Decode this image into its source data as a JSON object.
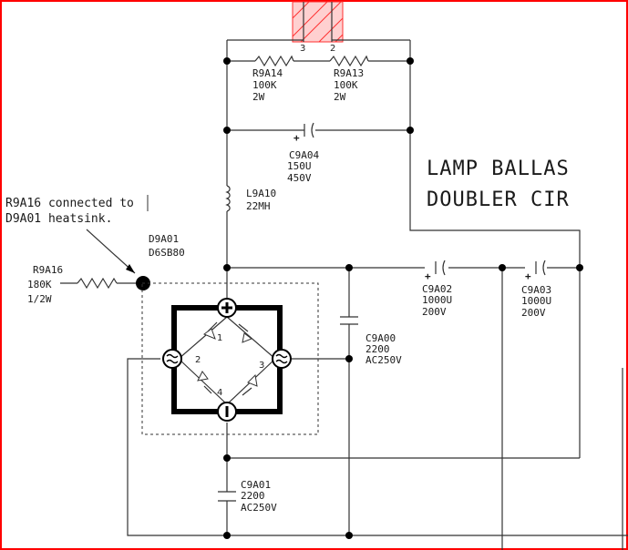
{
  "title": {
    "line1": "LAMP BALLAS",
    "line2": "DOUBLER CIR"
  },
  "note": {
    "line1": "R9A16 connected to",
    "line2": "D9A01 heatsink."
  },
  "top_connector": {
    "pin_left": "3",
    "pin_right": "2"
  },
  "components": {
    "R9A14": {
      "ref": "R9A14",
      "value": "100K",
      "rating": "2W"
    },
    "R9A13": {
      "ref": "R9A13",
      "value": "100K",
      "rating": "2W"
    },
    "C9A04": {
      "ref": "C9A04",
      "value": "150U",
      "rating": "450V"
    },
    "L9A10": {
      "ref": "L9A10",
      "value": "22MH"
    },
    "D9A01": {
      "ref": "D9A01",
      "part": "D6SB80",
      "pins": [
        "1",
        "2",
        "3",
        "4"
      ]
    },
    "R9A16": {
      "ref": "R9A16",
      "value": "180K",
      "rating": "1/2W"
    },
    "C9A02": {
      "ref": "C9A02",
      "value": "1000U",
      "rating": "200V"
    },
    "C9A03": {
      "ref": "C9A03",
      "value": "1000U",
      "rating": "200V"
    },
    "C9A00": {
      "ref": "C9A00",
      "value": "2200",
      "rating": "AC250V"
    },
    "C9A01": {
      "ref": "C9A01",
      "value": "2200",
      "rating": "AC250V"
    }
  },
  "colors": {
    "frame": "#ff0000",
    "wire": "#333333",
    "highlight": "#ff4444"
  }
}
